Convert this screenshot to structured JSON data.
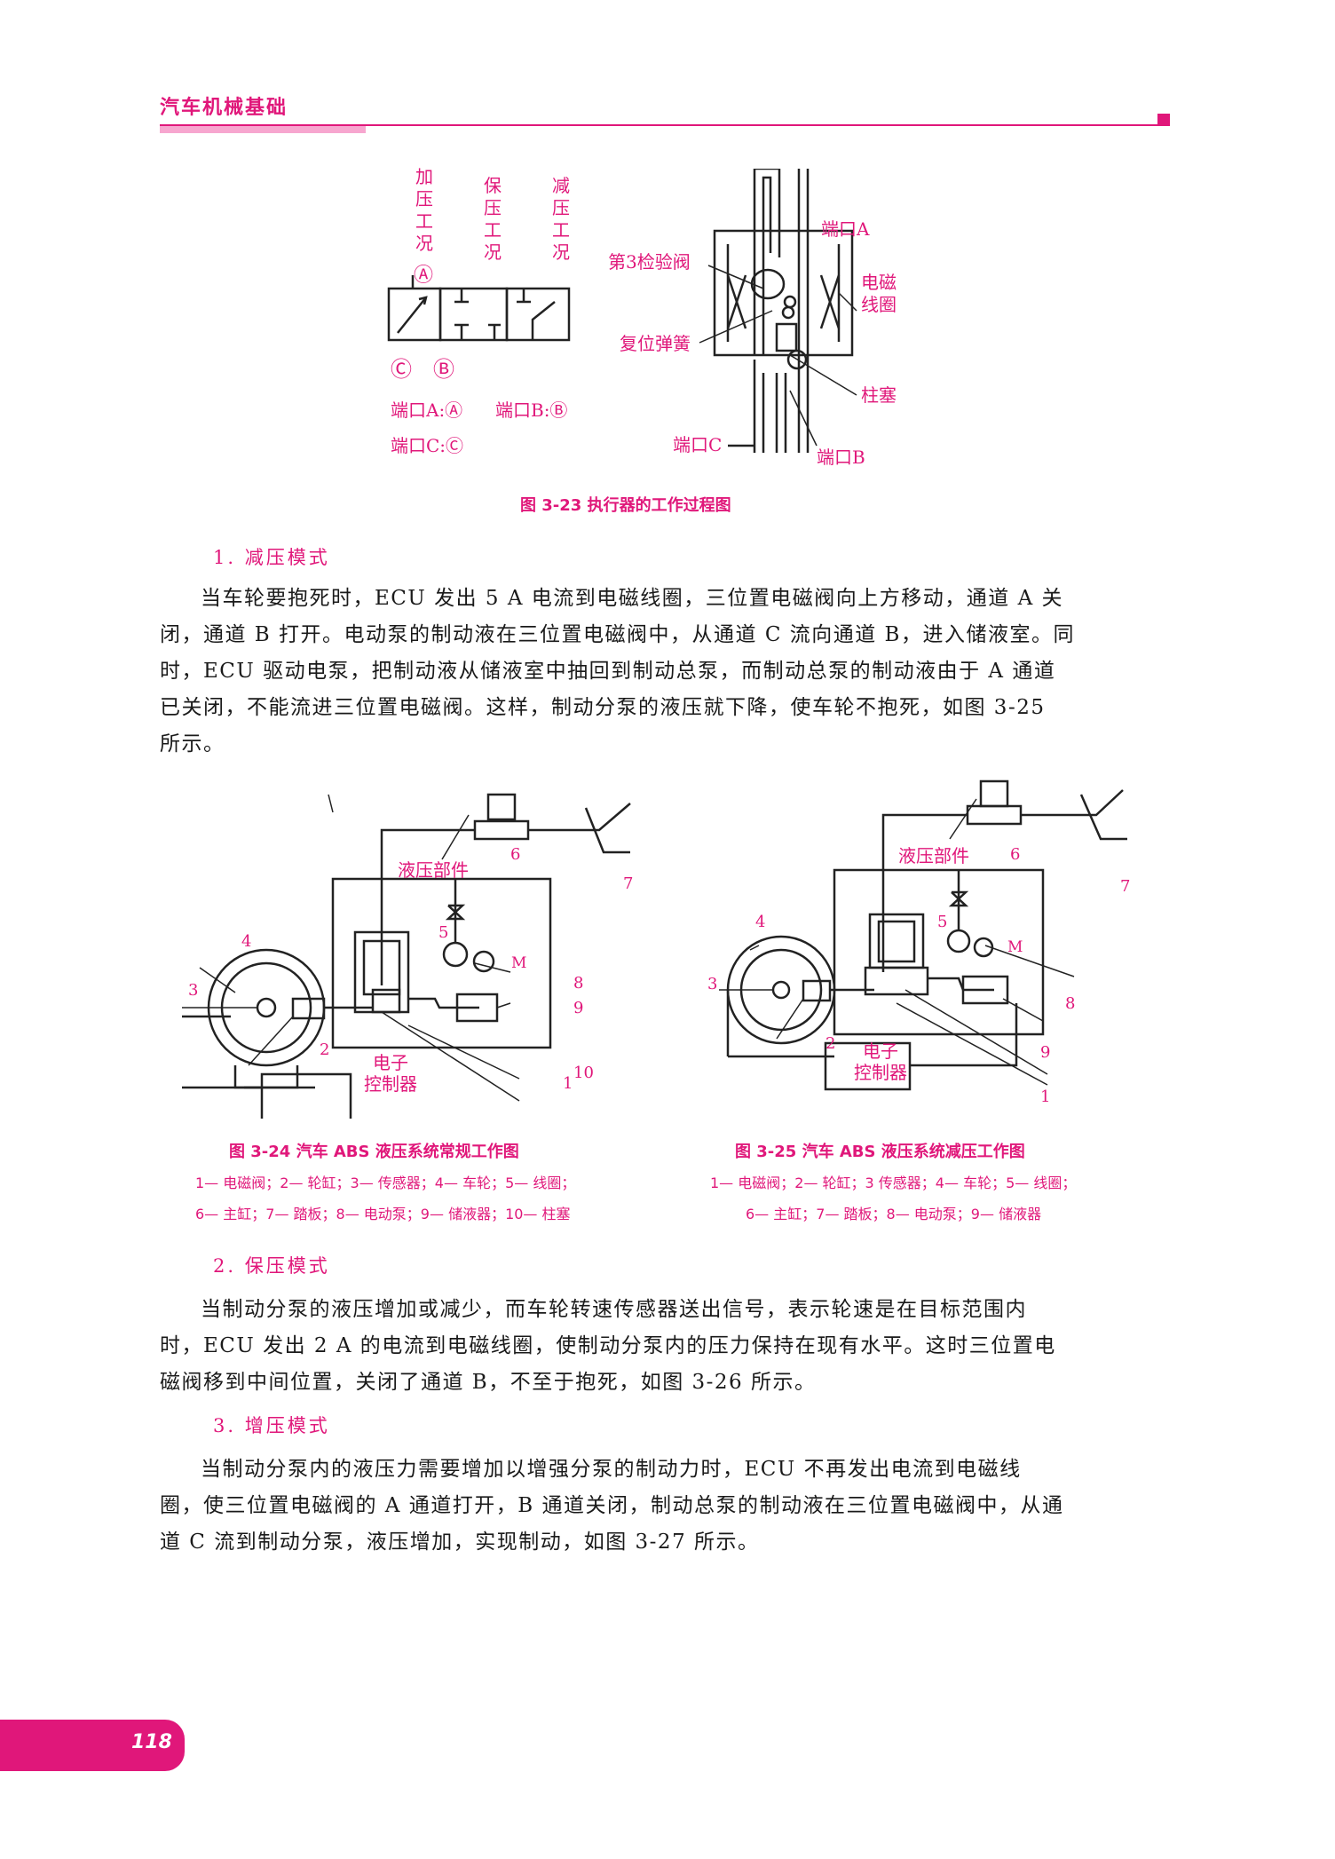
{
  "header": {
    "title": "汽车机械基础",
    "accent": "#e0177a"
  },
  "fig23": {
    "caption": "图 3-23    执行器的工作过程图",
    "mode_add": "加压工况",
    "mode_hold": "保压工况",
    "mode_reduce": "减压工况",
    "circle_a": "Ⓐ",
    "circle_b": "Ⓑ",
    "circle_c": "Ⓒ",
    "port_a": "端口A:Ⓐ",
    "port_b": "端口B:Ⓑ",
    "port_c": "端口C:Ⓒ",
    "lbl_port_a": "端口A",
    "lbl_check": "第3检验阀",
    "lbl_coil": "电磁线圈",
    "lbl_spring": "复位弹簧",
    "lbl_plunger": "柱塞",
    "lbl_port_c": "端口C",
    "lbl_port_b": "端口B"
  },
  "section1": {
    "heading": "1. 减压模式",
    "lines": [
      "当车轮要抱死时，ECU 发出 5 A 电流到电磁线圈，三位置电磁阀向上方移动，通道 A 关",
      "闭，通道 B 打开。电动泵的制动液在三位置电磁阀中，从通道 C 流向通道 B，进入储液室。同",
      "时，ECU 驱动电泵，把制动液从储液室中抽回到制动总泵，而制动总泵的制动液由于 A 通道",
      "已关闭，不能流进三位置电磁阀。这样，制动分泵的液压就下降，使车轮不抱死，如图 3-25",
      "所示。"
    ]
  },
  "fig24": {
    "caption": "图 3-24    汽车 ABS 液压系统常规工作图",
    "legend1": "1— 电磁阀；2— 轮缸；3— 传感器；4— 车轮；5— 线圈；",
    "legend2": "6— 主缸；7— 踏板；8— 电动泵；9— 储液器；10— 柱塞",
    "hydraulic": "液压部件",
    "ecu1": "电子",
    "ecu2": "控制器",
    "motor": "M",
    "n1": "1",
    "n2": "2",
    "n3": "3",
    "n4": "4",
    "n5": "5",
    "n6": "6",
    "n7": "7",
    "n8": "8",
    "n9": "9",
    "n10": "10"
  },
  "fig25": {
    "caption": "图 3-25    汽车 ABS 液压系统减压工作图",
    "legend1": "1— 电磁阀；2— 轮缸；3 传感器；4— 车轮；5— 线圈；",
    "legend2": "6— 主缸；7— 踏板；8— 电动泵；9— 储液器",
    "hydraulic": "液压部件",
    "ecu1": "电子",
    "ecu2": "控制器",
    "motor": "M",
    "n1": "1",
    "n2": "2",
    "n3": "3",
    "n4": "4",
    "n5": "5",
    "n6": "6",
    "n7": "7",
    "n8": "8",
    "n9": "9"
  },
  "section2": {
    "heading": "2. 保压模式",
    "lines": [
      "当制动分泵的液压增加或减少，而车轮转速传感器送出信号，表示轮速是在目标范围内",
      "时，ECU 发出 2 A 的电流到电磁线圈，使制动分泵内的压力保持在现有水平。这时三位置电",
      "磁阀移到中间位置，关闭了通道 B，不至于抱死，如图 3-26 所示。"
    ]
  },
  "section3": {
    "heading": "3. 增压模式",
    "lines": [
      "当制动分泵内的液压力需要增加以增强分泵的制动力时，ECU 不再发出电流到电磁线",
      "圈，使三位置电磁阀的 A 通道打开，B 通道关闭，制动总泵的制动液在三位置电磁阀中，从通",
      "道 C 流到制动分泵，液压增加，实现制动，如图 3-27 所示。"
    ]
  },
  "page_number": "118"
}
